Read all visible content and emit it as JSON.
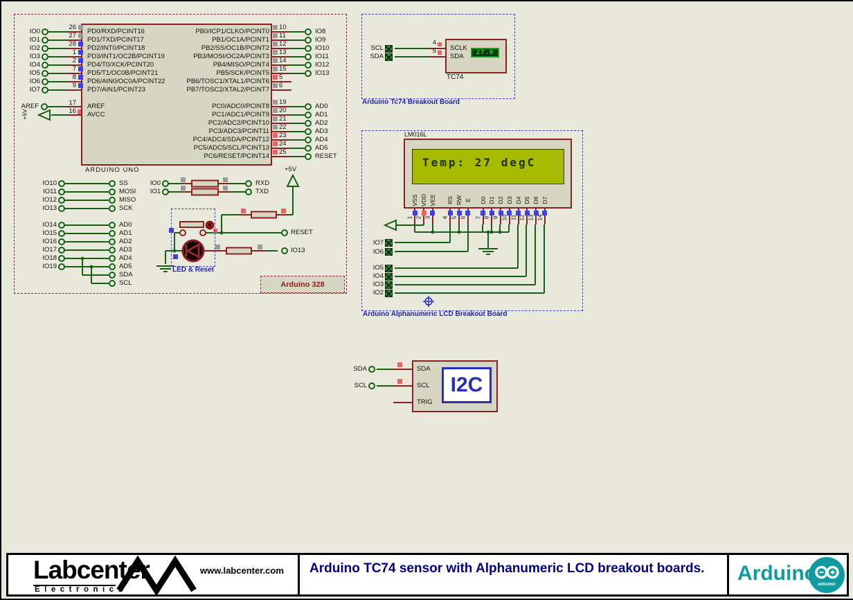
{
  "schematic": {
    "power_5v": "+5V",
    "arduino_board": {
      "caption": "Arduino 328",
      "chip_label": "ARDUINO UNO",
      "pd_pins": [
        {
          "term": "IO0",
          "num": "26",
          "label": "PD0/RXD/PCINT16",
          "state": "gray"
        },
        {
          "term": "IO1",
          "num": "27",
          "label": "PD1/TXD/PCINT17",
          "state": "gray"
        },
        {
          "term": "IO2",
          "num": "28",
          "label": "PD2/INT0/PCINT18",
          "state": "blue"
        },
        {
          "term": "IO3",
          "num": "1",
          "label": "PD3/INT1/OC2B/PCINT19",
          "state": "blue"
        },
        {
          "term": "IO4",
          "num": "2",
          "label": "PD4/T0/XCK/PCINT20",
          "state": "blue"
        },
        {
          "term": "IO5",
          "num": "7",
          "label": "PD5/T1/OC0B/PCINT21",
          "state": "blue"
        },
        {
          "term": "IO6",
          "num": "8",
          "label": "PD6/AIN0/OC0A/PCINT22",
          "state": "blue"
        },
        {
          "term": "IO7",
          "num": "9",
          "label": "PD7/AIN1/PCINT23",
          "state": "blue"
        }
      ],
      "pb_pins": [
        {
          "num": "10",
          "label": "PB0/ICP1/CLKO/PCINT0",
          "term": "IO8",
          "state": "gray"
        },
        {
          "num": "11",
          "label": "PB1/OC1A/PCINT1",
          "term": "IO9",
          "state": "gray"
        },
        {
          "num": "12",
          "label": "PB2/SS/OC1B/PCINT2",
          "term": "IO10",
          "state": "gray"
        },
        {
          "num": "13",
          "label": "PB3/MOSI/OC2A/PCINT3",
          "term": "IO11",
          "state": "gray"
        },
        {
          "num": "14",
          "label": "PB4/MISO/PCINT4",
          "term": "IO12",
          "state": "gray"
        },
        {
          "num": "15",
          "label": "PB5/SCK/PCINT5",
          "term": "IO13",
          "state": "gray"
        },
        {
          "num": "5",
          "label": "PB6/TOSC1/XTAL1/PCINT6",
          "term": "",
          "state": "red",
          "cls": "hide"
        },
        {
          "num": "6",
          "label": "PB7/TOSC2/XTAL2/PCINT7",
          "term": "",
          "state": "gray",
          "cls": "hide"
        }
      ],
      "pc_pins": [
        {
          "num": "19",
          "label": "PC0/ADC0/PCINT8",
          "term": "AD0",
          "state": "gray"
        },
        {
          "num": "20",
          "label": "PC1/ADC1/PCINT9",
          "term": "AD1",
          "state": "gray"
        },
        {
          "num": "21",
          "label": "PC2/ADC2/PCINT10",
          "term": "AD2",
          "state": "gray"
        },
        {
          "num": "22",
          "label": "PC3/ADC3/PCINT11",
          "term": "AD3",
          "state": "gray"
        },
        {
          "num": "23",
          "label": "PC4/ADC4/SDA/PCINT12",
          "term": "AD4",
          "state": "red"
        },
        {
          "num": "24",
          "label": "PC5/ADC5/SCL/PCINT13",
          "term": "AD5",
          "state": "red"
        },
        {
          "num": "25",
          "label": "PC6/RESET/PCINT14",
          "term": "RESET",
          "state": "red"
        }
      ],
      "aref": {
        "term": "AREF",
        "num": "17",
        "label": "AREF"
      },
      "avcc": {
        "num": "16",
        "label": "AVCC"
      },
      "spi_pins": [
        {
          "a": "IO10",
          "b": "SS"
        },
        {
          "a": "IO11",
          "b": "MOSI"
        },
        {
          "a": "IO12",
          "b": "MISO"
        },
        {
          "a": "IO13",
          "b": "SCK"
        }
      ],
      "adc_pins": [
        {
          "a": "IO14",
          "b": "AD0"
        },
        {
          "a": "IO15",
          "b": "AD1"
        },
        {
          "a": "IO16",
          "b": "AD2"
        },
        {
          "a": "IO17",
          "b": "AD3"
        },
        {
          "a": "IO18",
          "b": "AD4"
        },
        {
          "a": "IO19",
          "b": "AD5"
        },
        {
          "a": "",
          "b": "SDA",
          "cls": "hideleft"
        },
        {
          "a": "",
          "b": "SCL",
          "cls": "hideleft"
        }
      ],
      "serial_pins": [
        {
          "a": "IO0",
          "b": "RXD"
        },
        {
          "a": "IO1",
          "b": "TXD"
        }
      ],
      "led_reset": {
        "label": "LED & Reset",
        "reset_term": "RESET",
        "io13_term": "IO13"
      }
    },
    "tc74_board": {
      "caption": "Arduino Tc74 Breakout Board",
      "chip_label": "TC74",
      "display_value": "27.0",
      "terminals": [
        {
          "name": "SCL"
        },
        {
          "name": "SDA"
        }
      ],
      "pins": [
        {
          "num": "4",
          "label": "SCLK"
        },
        {
          "num": "5",
          "label": "SDA"
        }
      ]
    },
    "lcd_board": {
      "caption": "Arduino Alphanumeric LCD Breakout Board",
      "chip_label": "LM016L",
      "display_text": "Temp: 27 degC",
      "pins": [
        {
          "num": "1",
          "name": "VSS",
          "state": "blue"
        },
        {
          "num": "2",
          "name": "VDD",
          "state": "red"
        },
        {
          "num": "3",
          "name": "VEE",
          "state": "blue"
        },
        {
          "num": "4",
          "name": "RS",
          "state": "blue"
        },
        {
          "num": "5",
          "name": "RW",
          "state": "blue"
        },
        {
          "num": "6",
          "name": "E",
          "state": "blue"
        },
        {
          "num": "7",
          "name": "D0",
          "state": "blue"
        },
        {
          "num": "8",
          "name": "D1",
          "state": "blue"
        },
        {
          "num": "9",
          "name": "D2",
          "state": "blue"
        },
        {
          "num": "10",
          "name": "D3",
          "state": "blue"
        },
        {
          "num": "11",
          "name": "D4",
          "state": "blue"
        },
        {
          "num": "12",
          "name": "D5",
          "state": "blue"
        },
        {
          "num": "13",
          "name": "D6",
          "state": "blue"
        },
        {
          "num": "14",
          "name": "D7",
          "state": "blue"
        }
      ],
      "terms_upper": [
        {
          "name": "IO7"
        },
        {
          "name": "IO6"
        }
      ],
      "terms_lower": [
        {
          "name": "IO5"
        },
        {
          "name": "IO4"
        },
        {
          "name": "IO3"
        },
        {
          "name": "IO2"
        }
      ]
    },
    "i2c_debugger": {
      "terminals": [
        {
          "name": "SDA"
        },
        {
          "name": "SCL"
        }
      ],
      "pin_sda": "SDA",
      "pin_scl": "SCL",
      "pin_trig": "TRIG",
      "label": "I2C"
    }
  },
  "footer": {
    "labcenter": {
      "name": "Labcenter",
      "division": "Electronics",
      "url": "www.labcenter.com"
    },
    "title": "Arduino TC74 sensor with Alphanumeric LCD breakout boards.",
    "arduino": {
      "name": "Arduino",
      "badge_text": "ARDUINO"
    }
  },
  "colors": {
    "wire_green": "#156015",
    "stub_maroon": "#8B2020",
    "board_blue": "#2828C8",
    "title_navy": "#000080",
    "arduino_teal": "#0F9BA0",
    "lcd_screen": "#A6BA00",
    "state_blue": "#4040DC",
    "state_red": "#F06060",
    "state_gray": "#9A9A9A"
  }
}
